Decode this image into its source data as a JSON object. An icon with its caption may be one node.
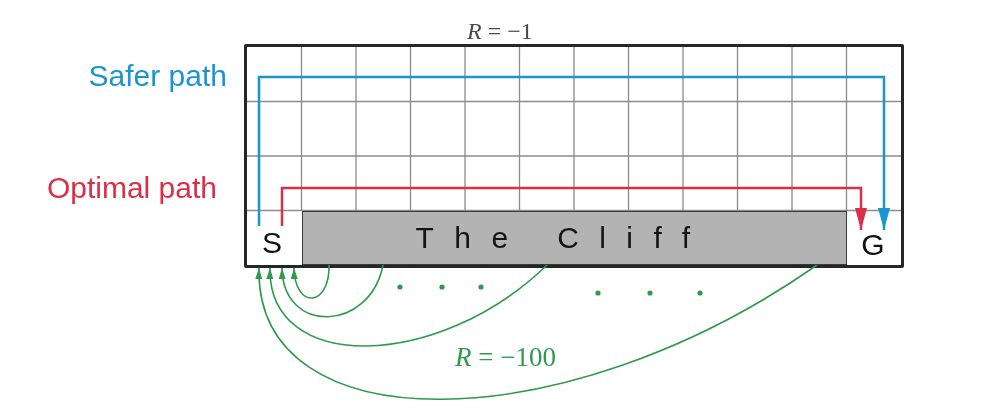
{
  "diagram": {
    "nodes": [
      {
        "text": [],
        "shape": "box"
      },
      {
        "text": [
          "S"
        ],
        "in": 0
      },
      {
        "text": [
          "The Cliff"
        ],
        "in": 0
      },
      {
        "text": [
          "G"
        ],
        "in": 0
      }
    ],
    "edges": [
      {
        "from": 1,
        "to": 3,
        "arrow": "to",
        "label": "Safer path",
        "color": "#1a95cf"
      },
      {
        "from": 1,
        "to": 3,
        "arrow": "to",
        "label": "Optimal path",
        "color": "#db2f47"
      },
      {
        "from": 2,
        "to": 1,
        "arrow": "to"
      },
      {
        "from": 2,
        "to": 1,
        "arrow": "to"
      },
      {
        "from": 2,
        "to": 1,
        "arrow": "to"
      },
      {
        "from": 2,
        "to": 1,
        "arrow": "to"
      }
    ],
    "labels": [
      "*R* = −1",
      "*R* = −100"
    ]
  }
}
